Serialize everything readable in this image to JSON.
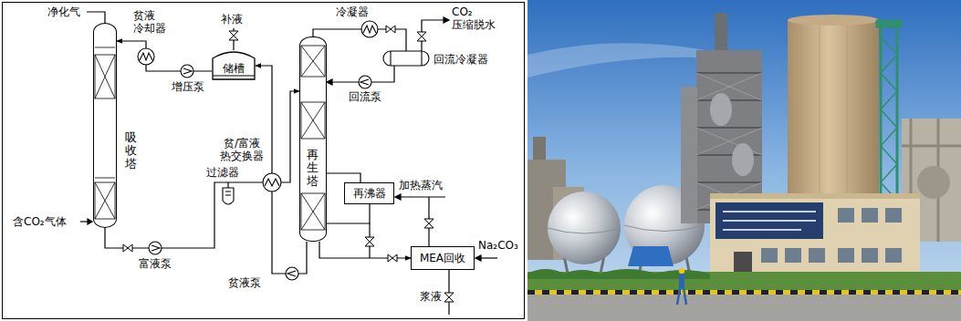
{
  "diagram": {
    "nodes": [
      {
        "text": [
          "吸收塔"
        ]
      },
      {
        "text": [
          "储槽"
        ]
      },
      {
        "text": [
          "再生塔"
        ]
      },
      {
        "text": [
          "再沸器"
        ]
      },
      {
        "text": [
          "MEA回收"
        ]
      }
    ],
    "edges": [
      {
        "from": 1,
        "to": 0,
        "arrow": "to"
      },
      {
        "from": 0,
        "to": 2,
        "arrow": "to"
      },
      {
        "from": 2,
        "to": 1,
        "arrow": "to"
      },
      {
        "from": 2,
        "to": 3,
        "arrow": "none"
      },
      {
        "from": 3,
        "to": 2,
        "arrow": "none"
      },
      {
        "from": 2,
        "to": 4,
        "arrow": "to"
      }
    ],
    "labels": [
      "净化气",
      "贫液 冷却器",
      "补液",
      "增压泵",
      "冷凝器",
      "CO₂ 压缩脱水",
      "回流冷凝器",
      "回流泵",
      "贫/富液 热交换器",
      "过滤器",
      "加热蒸汽",
      "含CO₂气体",
      "富液泵",
      "贫液泵",
      "Na₂CO₃",
      "浆液"
    ]
  }
}
